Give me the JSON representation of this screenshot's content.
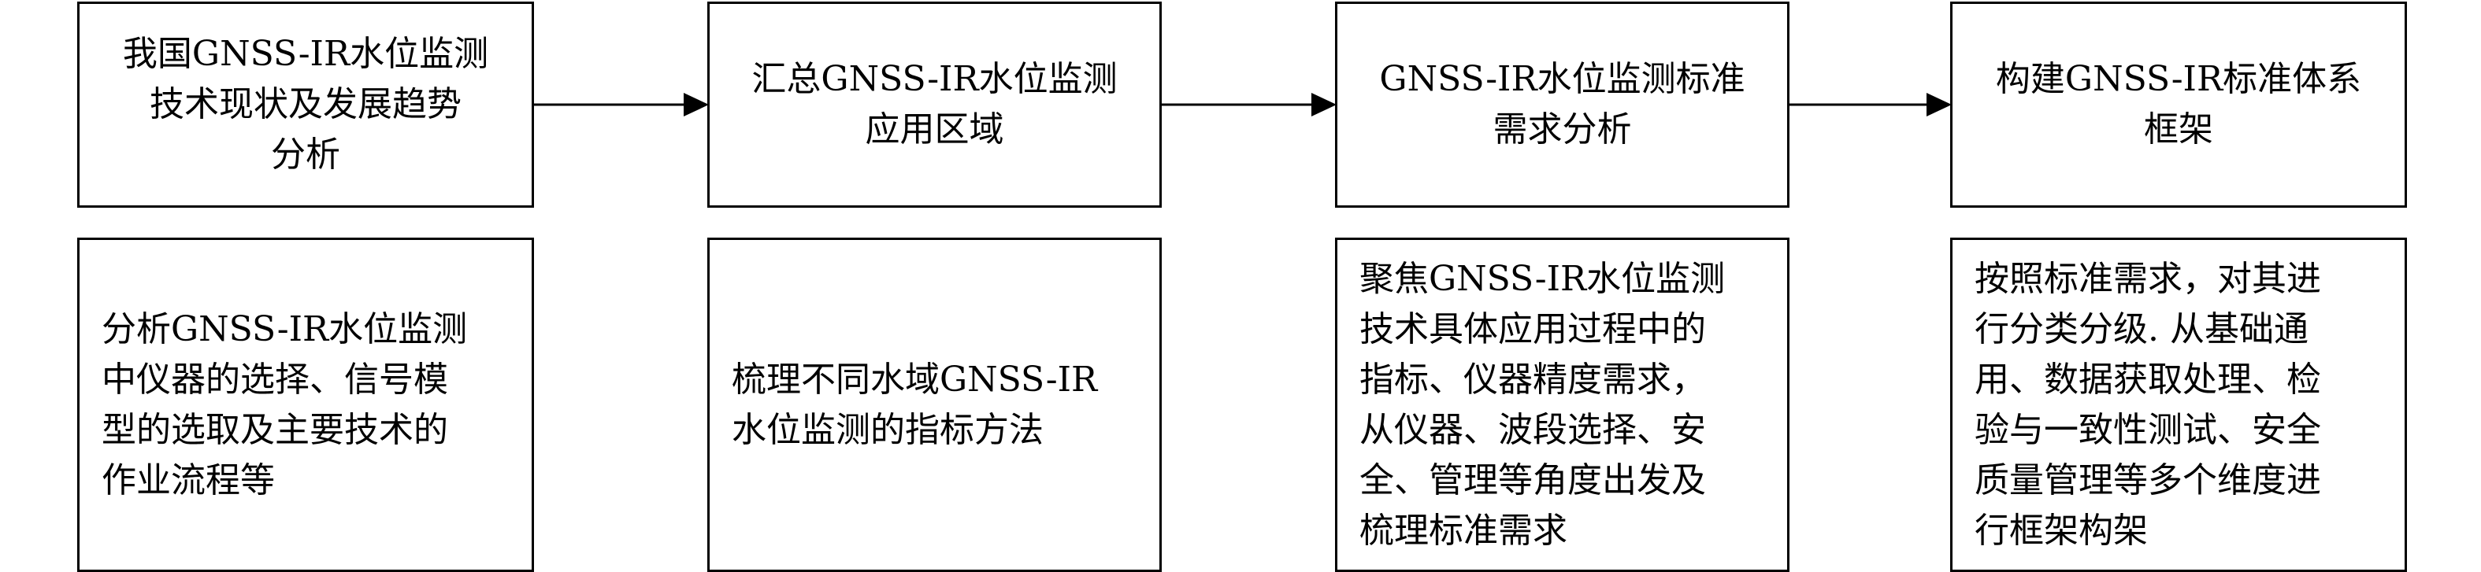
{
  "flow": {
    "steps": [
      {
        "label": "我国GNSS-IR水位监测\n技术现状及发展趋势\n分析"
      },
      {
        "label": "汇总GNSS-IR水位监测\n应用区域"
      },
      {
        "label": "GNSS-IR水位监测标准\n需求分析"
      },
      {
        "label": "构建GNSS-IR标准体系\n框架"
      }
    ],
    "details": [
      {
        "text": "分析GNSS-IR水位监测\n中仪器的选择、信号模\n型的选取及主要技术的\n作业流程等"
      },
      {
        "text": "梳理不同水域GNSS-IR\n水位监测的指标方法"
      },
      {
        "text": "聚焦GNSS-IR水位监测\n技术具体应用过程中的\n指标、仪器精度需求，\n从仪器、波段选择、安\n全、管理等角度出发及\n梳理标准需求"
      },
      {
        "text": "按照标准需求，对其进\n行分类分级. 从基础通\n用、数据获取处理、检\n验与一致性测试、安全\n质量管理等多个维度进\n行框架构架"
      }
    ]
  }
}
